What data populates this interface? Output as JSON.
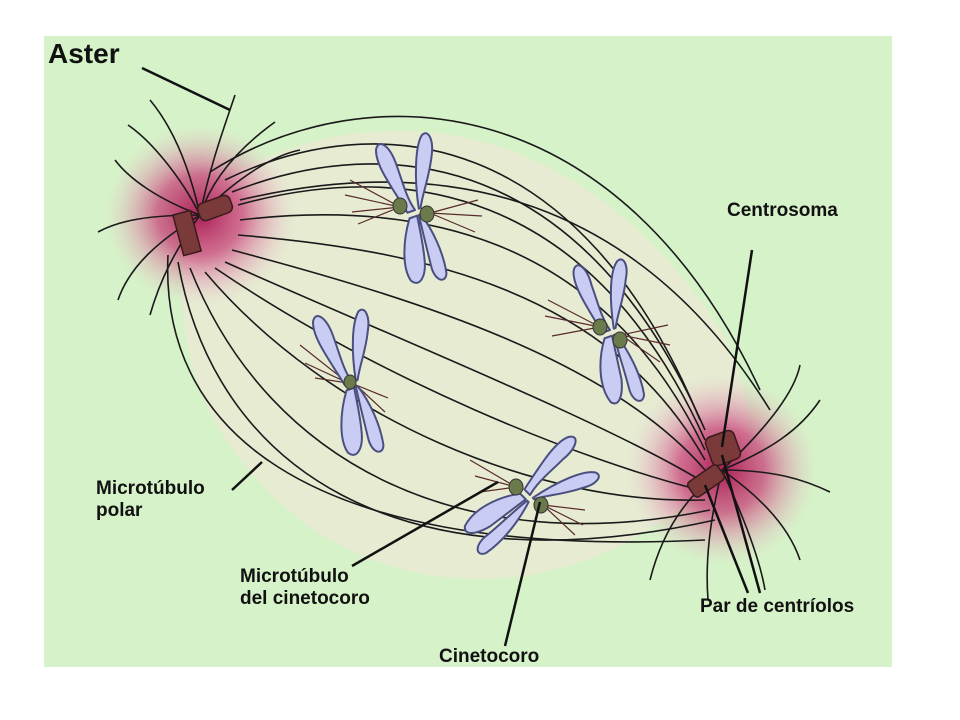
{
  "colors": {
    "background": "#d6f2c8",
    "spindle": "#e6ebd2",
    "aster_glow": "#c8457a",
    "chromosome_fill": "#c9cdf3",
    "chromosome_stroke": "#4b4f80",
    "kinetochore": "#6b7a4a",
    "centriole": "#7a3a3a",
    "line": "#1a1a1a"
  },
  "labels": {
    "aster": "Aster",
    "centrosoma": "Centrosoma",
    "microtubulo_polar": "Microtúbulo\npolar",
    "microtubulo_cinetocoro": "Microtúbulo\ndel cinetocoro",
    "cinetocoro": "Cinetocoro",
    "par_centriolos": "Par de centríolos"
  }
}
